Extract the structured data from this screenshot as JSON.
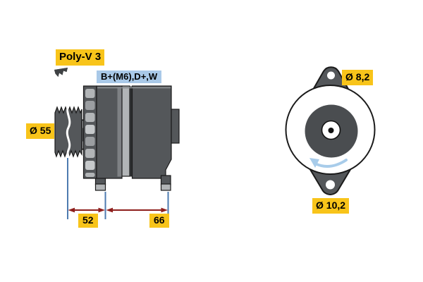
{
  "labels": {
    "belt_type": "Poly-V 3",
    "terminals": "B+(M6),D+,W",
    "pulley_diameter": "Ø 55",
    "distance_pulley_to_front_mount": "52",
    "distance_front_to_rear_mount": "66",
    "top_mount_hole_diameter": "Ø 8,2",
    "bottom_mount_hole_diameter": "Ø 10,2"
  },
  "colors": {
    "highlight_yellow": "#F8C41A",
    "highlight_blue": "#A9C9E8",
    "body_dark": "#54575A",
    "body_light": "#B2B5B7",
    "dimension_red": "#8E1E1C",
    "extension_blue": "#4E7BB0",
    "rotation_blue": "#A8CCEA"
  }
}
